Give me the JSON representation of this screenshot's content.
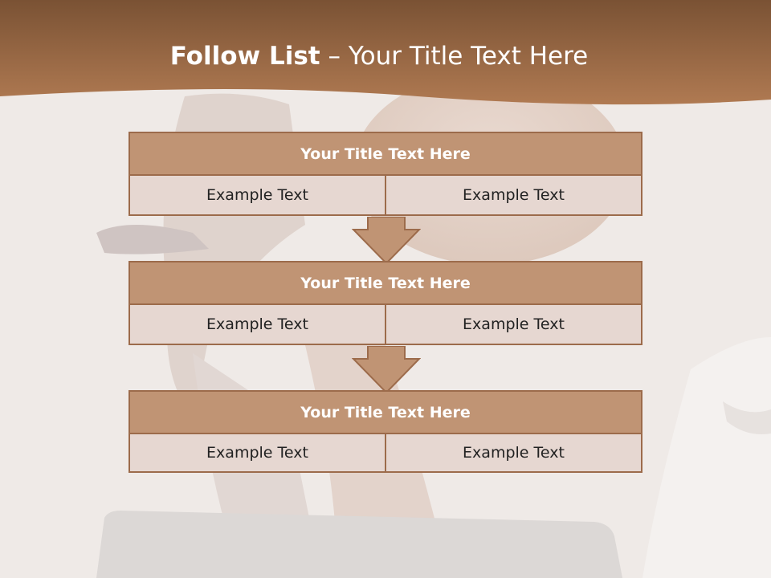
{
  "header": {
    "title_bold": "Follow List",
    "title_rest": "  – Your Title Text Here"
  },
  "blocks": [
    {
      "title": "Your Title Text Here",
      "cells": [
        "Example Text",
        "Example Text"
      ]
    },
    {
      "title": "Your Title Text Here",
      "cells": [
        "Example Text",
        "Example Text"
      ]
    },
    {
      "title": "Your Title Text Here",
      "cells": [
        "Example Text",
        "Example Text"
      ]
    }
  ],
  "colors": {
    "header_band": "#8f5e3f",
    "title_bar": "#c09474",
    "cell_fill": "#e6d7d1",
    "border": "#9c6b4b"
  }
}
